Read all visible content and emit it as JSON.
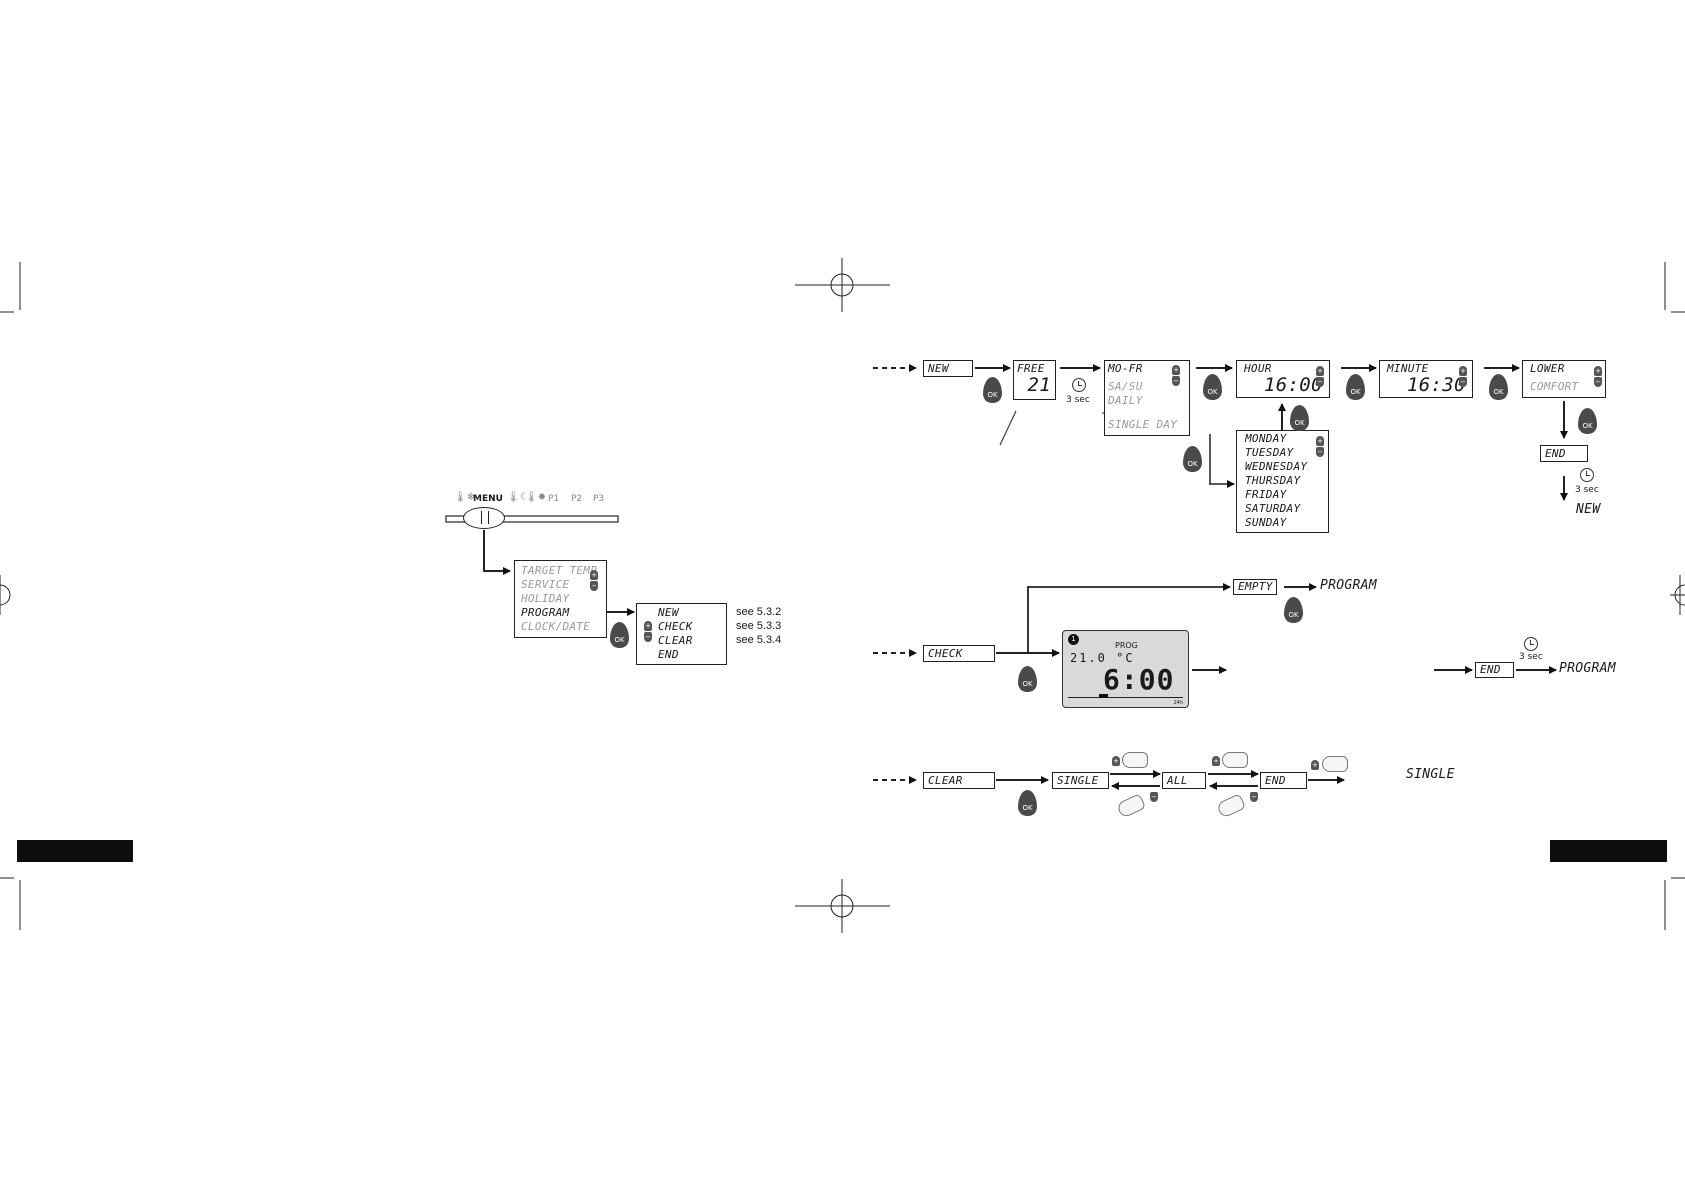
{
  "menu_bar": {
    "labels": [
      "MENU",
      "P1",
      "P2",
      "P3"
    ],
    "icons": [
      "thermometer-snow-icon",
      "thermometer-moon-icon",
      "thermometer-sun-icon"
    ]
  },
  "menu_list": {
    "items": [
      "TARGET TEMP",
      "SERVICE",
      "HOLIDAY",
      "PROGRAM",
      "CLOCK/DATE"
    ],
    "active": "PROGRAM"
  },
  "program_menu": {
    "items": [
      "NEW",
      "CHECK",
      "CLEAR",
      "END"
    ],
    "refs": [
      "see 5.3.2",
      "see 5.3.3",
      "see 5.3.4"
    ]
  },
  "ok_label": "OK",
  "new_flow": {
    "start": "NEW",
    "free_label": "FREE",
    "free_value": "21",
    "hold_time": "3 sec",
    "day_groups": [
      "MO-FR",
      "SA/SU",
      "DAILY"
    ],
    "single_day": "SINGLE DAY",
    "days": [
      "MONDAY",
      "TUESDAY",
      "WEDNESDAY",
      "THURSDAY",
      "FRIDAY",
      "SATURDAY",
      "SUNDAY"
    ],
    "hour_label": "HOUR",
    "hour_value": "16:00",
    "minute_label": "MINUTE",
    "minute_value": "16:30",
    "mode_options": [
      "LOWER",
      "COMFORT"
    ],
    "end": "END",
    "end_hold": "3 sec",
    "return_to": "NEW"
  },
  "check_flow": {
    "start": "CHECK",
    "empty": "EMPTY",
    "empty_target": "PROGRAM",
    "display": {
      "badge": "1",
      "mode": "PROG",
      "temp": "21.0 °C",
      "time": "6:00",
      "hours_end": "24h"
    },
    "hold_time": "3 sec",
    "end": "END",
    "end_target": "PROGRAM"
  },
  "clear_flow": {
    "start": "CLEAR",
    "options": [
      "SINGLE",
      "ALL",
      "END"
    ],
    "result": "SINGLE"
  }
}
